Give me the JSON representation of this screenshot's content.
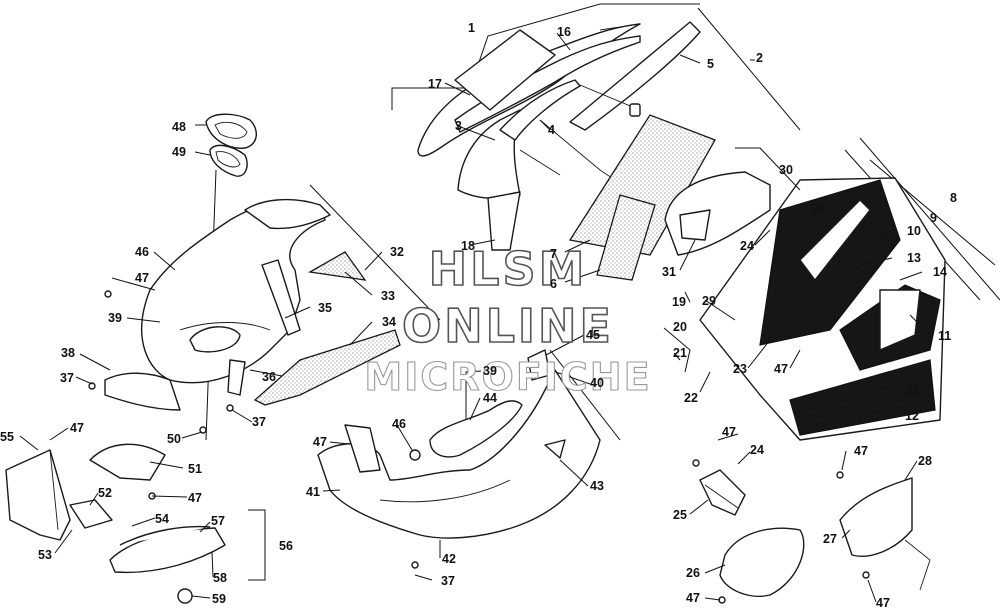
{
  "watermark": {
    "line1": "HLSM",
    "line2": "ONLINE",
    "line3": "MICROFICHE"
  },
  "callouts": [
    "1",
    "2",
    "3",
    "4",
    "5",
    "16",
    "17",
    "6",
    "7",
    "18",
    "30",
    "24",
    "31",
    "8",
    "9",
    "10",
    "13",
    "14",
    "11",
    "15",
    "12",
    "29",
    "19",
    "20",
    "21",
    "22",
    "23",
    "47",
    "48",
    "49",
    "46",
    "39",
    "35",
    "32",
    "33",
    "34",
    "36",
    "37",
    "38",
    "50",
    "55",
    "51",
    "52",
    "53",
    "54",
    "56",
    "57",
    "58",
    "59",
    "45",
    "40",
    "44",
    "41",
    "42",
    "43",
    "25",
    "26",
    "27",
    "28"
  ]
}
